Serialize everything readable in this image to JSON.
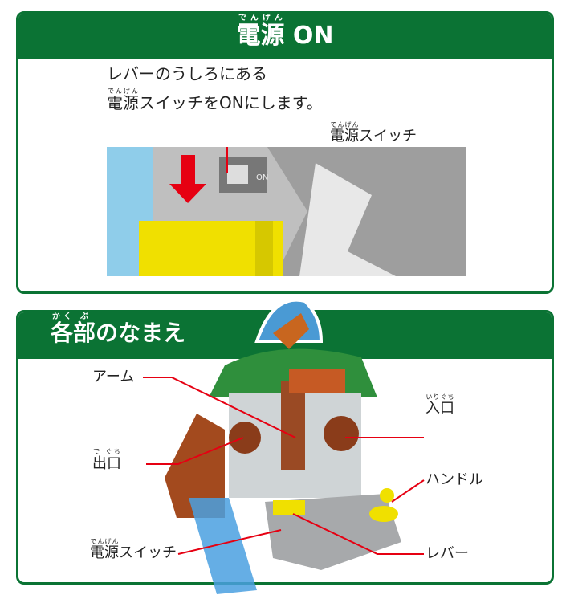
{
  "section1": {
    "title": "電源",
    "title_ruby": "でんげん",
    "title_suffix": "ON",
    "instruction_line1": "レバーのうしろにある",
    "instruction_line2_kanji": "電源",
    "instruction_line2_ruby": "でんげん",
    "instruction_line2_rest": "スイッチをONにします。",
    "switch_label_kanji": "電源",
    "switch_label_ruby": "でんげん",
    "switch_label_rest": "スイッチ",
    "switch_print": "ON"
  },
  "section2": {
    "title_k1": "各",
    "title_r1": "かく",
    "title_k2": "部",
    "title_r2": "ぶ",
    "title_rest": "のなまえ",
    "labels": {
      "arm": "アーム",
      "entrance_kanji": "入口",
      "entrance_ruby": "いりぐち",
      "exit_kanji": "出口",
      "exit_ruby": "で ぐち",
      "handle": "ハンドル",
      "switch_kanji": "電源",
      "switch_ruby": "でんげん",
      "switch_rest": "スイッチ",
      "lever": "レバー"
    }
  },
  "colors": {
    "green": "#0b7334",
    "red": "#e60012"
  }
}
